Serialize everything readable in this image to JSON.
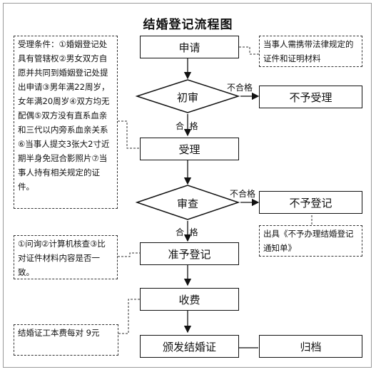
{
  "title": "结婚登记流程图",
  "nodes": {
    "apply": "申请",
    "initial_review": "初审",
    "accept": "受理",
    "examine": "审查",
    "approve": "准予登记",
    "fee": "收费",
    "issue": "颁发结婚证",
    "archive": "归档",
    "reject_accept": "不予受理",
    "reject_register": "不予登记"
  },
  "edge_labels": {
    "unqualified_1": "不合格",
    "qualified_1": "合  格",
    "unqualified_2": "不合格",
    "qualified_2": "合  格"
  },
  "notes": {
    "materials": "当事人需携带法律规定的证件和证明材料",
    "conditions": "受理条件：①婚姻登记处具有管辖权②男女双方自愿并共同到婚姻登记处提出申请③男年满22周岁，女年满20周岁④双方均无配偶⑤双方没有直系血亲和三代以内旁系血亲关系⑥当事人提交3张大2寸近期半身免冠合影照片⑦当事人持有相关规定的证件。",
    "checks": "①问询②计算机核查③比对证件材料内容是否一致。",
    "notice": "出具《不予办理结婚登记通知单》",
    "fee_note": "结婚证工本费每对 9元"
  }
}
